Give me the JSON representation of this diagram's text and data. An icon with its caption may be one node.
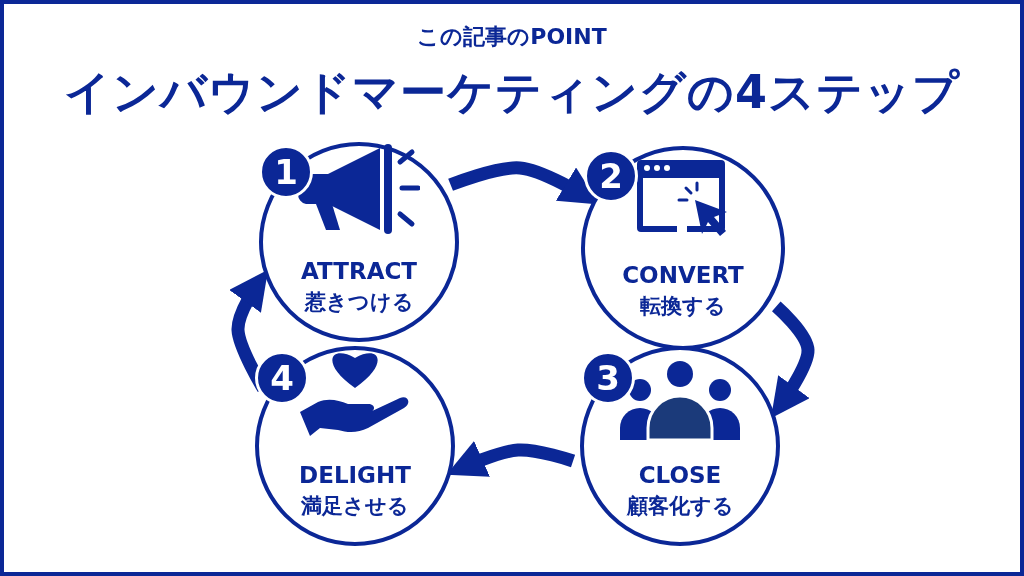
{
  "diagram": {
    "title": "インバウンドマーケティングの4ステップ",
    "nodes": [
      {
        "text": [
          "1",
          "ATTRACT",
          "惹きつける"
        ]
      },
      {
        "text": [
          "2",
          "CONVERT",
          "転換する"
        ]
      },
      {
        "text": [
          "3",
          "CLOSE",
          "顧客化する"
        ]
      },
      {
        "text": [
          "4",
          "DELIGHT",
          "満足させる"
        ]
      }
    ],
    "edges": [
      {
        "from": 0,
        "to": 1,
        "arrow": "to"
      },
      {
        "from": 1,
        "to": 2,
        "arrow": "to"
      },
      {
        "from": 2,
        "to": 3,
        "arrow": "to"
      },
      {
        "from": 3,
        "to": 0,
        "arrow": "to"
      }
    ],
    "labels": [
      "この記事のPOINT"
    ]
  }
}
